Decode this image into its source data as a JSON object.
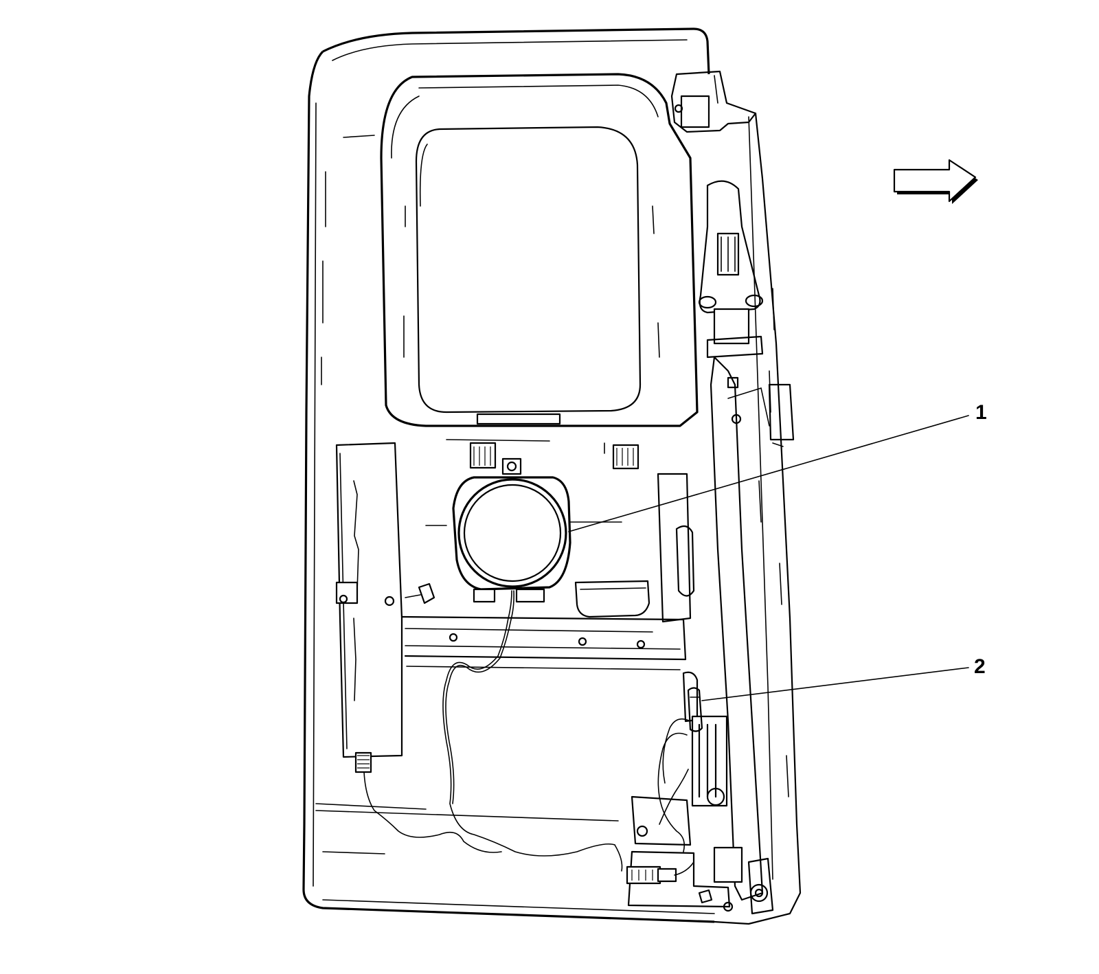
{
  "callouts": [
    {
      "id": "1",
      "label": "1"
    },
    {
      "id": "2",
      "label": "2"
    }
  ],
  "icons": {
    "direction": "arrow-right-icon"
  }
}
